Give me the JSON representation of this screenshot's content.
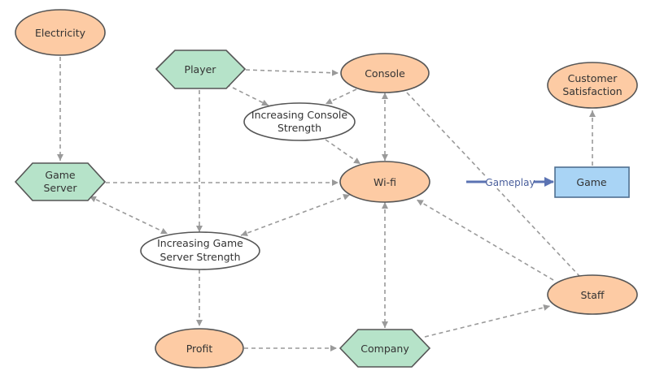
{
  "nodes": {
    "electricity": {
      "label": "Electricity"
    },
    "player": {
      "label": "Player"
    },
    "console": {
      "label": "Console"
    },
    "customer_satisfaction": {
      "line1": "Customer",
      "line2": "Satisfaction"
    },
    "increasing_console_strength": {
      "line1": "Increasing Console",
      "line2": "Strength"
    },
    "game_server": {
      "line1": "Game",
      "line2": "Server"
    },
    "wifi": {
      "label": "Wi-fi"
    },
    "game": {
      "label": "Game"
    },
    "increasing_game_server_strength": {
      "line1": "Increasing Game",
      "line2": "Server Strength"
    },
    "staff": {
      "label": "Staff"
    },
    "profit": {
      "label": "Profit"
    },
    "company": {
      "label": "Company"
    }
  },
  "edges": {
    "gameplay_label": "Gameplay"
  },
  "colors": {
    "orange_fill": "#fdcba4",
    "green_fill": "#b6e3c9",
    "blue_fill": "#a9d4f5",
    "edge_gray": "#9a9a9a",
    "gameplay_blue": "#5b73b3"
  }
}
